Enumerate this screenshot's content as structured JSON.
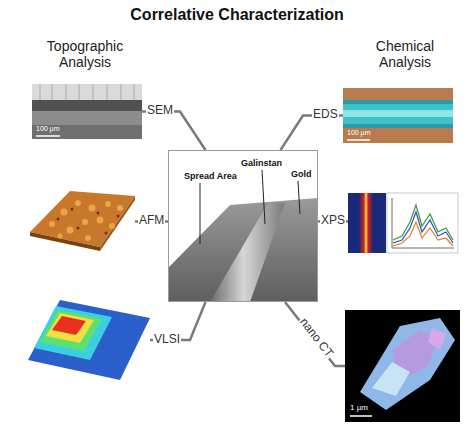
{
  "diagram": {
    "title": "Correlative Characterization",
    "nodes": [
      {
        "text": [
          "Spread Area",
          "Galinstan",
          "Gold"
        ]
      },
      {
        "text": [
          "SEM"
        ]
      },
      {
        "text": [
          "AFM"
        ]
      },
      {
        "text": [
          "VLSI"
        ]
      },
      {
        "text": [
          "EDS"
        ]
      },
      {
        "text": [
          "XPS"
        ]
      },
      {
        "text": [
          "nano CT"
        ]
      }
    ],
    "edges": [
      {
        "from": 0,
        "to": 1,
        "arrow": "none"
      },
      {
        "from": 0,
        "to": 2,
        "arrow": "none"
      },
      {
        "from": 0,
        "to": 3,
        "arrow": "none"
      },
      {
        "from": 0,
        "to": 4,
        "arrow": "none"
      },
      {
        "from": 0,
        "to": 5,
        "arrow": "none"
      },
      {
        "from": 0,
        "to": 6,
        "arrow": "none"
      }
    ],
    "labels": [
      "Topographic Analysis",
      "Chemical Analysis",
      "100 µm",
      "100 µm",
      "1 µm"
    ]
  }
}
